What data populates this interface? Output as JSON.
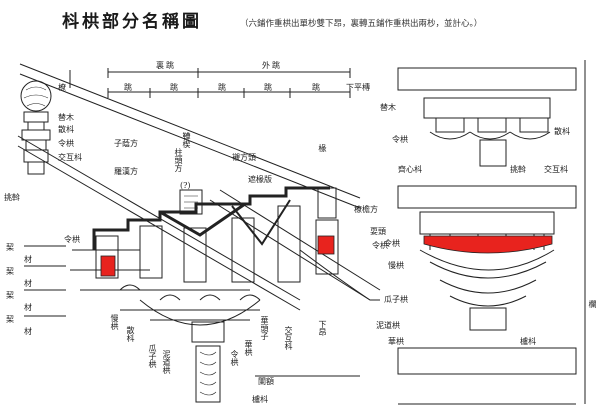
{
  "title": "枓栱部分名稱圖",
  "subtitle": "（六鋪作重栱出單杪雙下昂，裏轉五鋪作重栱出兩杪，並計心。）",
  "colors": {
    "line": "#222222",
    "highlight": "#e8231e",
    "paper": "#ffffff"
  },
  "left": {
    "top_axis": [
      "裏",
      "跳",
      "外",
      "跳"
    ],
    "tiao": [
      "跳",
      "跳",
      "跳",
      "跳",
      "跳"
    ],
    "column_stack": [
      "橑",
      "替木",
      "散枓",
      "令栱",
      "交互枓"
    ],
    "labels": {
      "zimufang": "子蔭方",
      "luohanfang": "羅漢方",
      "anqiao": "鞾楔",
      "zhutoufang": "柱頭方",
      "xiamian": "(?)",
      "chenfangtou": "襯方頭",
      "yao": "遮椽版",
      "chuan": "椽",
      "tiaowo": "挑斡",
      "liaoyanfang": "橑檐方",
      "shuatou": "耍頭",
      "linggong": "令栱",
      "xiaang": "下昂",
      "jiaohudou": "交互枓",
      "huagong": "華栱",
      "qiaotouzi": "華頭子",
      "zanggong": "慢栱",
      "guazigong": "瓜子栱",
      "niedaogong": "泥道栱",
      "ludou": "櫨枓",
      "lingong2": "令栱",
      "sandou2": "散枓",
      "lanban": "闌額",
      "side": [
        "栔",
        "材",
        "栔",
        "材",
        "栔",
        "材",
        "栔",
        "材"
      ],
      "cai_left": [
        "令栱",
        "材",
        "栔",
        "材",
        "栔",
        "材",
        "栔",
        "材"
      ]
    }
  },
  "right": {
    "labels": {
      "xiaping": "下平槫",
      "tiemu": "替木",
      "sandou": "散枓",
      "linggong": "令栱",
      "qixindou": "齊心枓",
      "tiaoling": "挑斡",
      "jiaohudou": "交互枓",
      "liaoyanfang": "橑檐方",
      "shuatou": "耍頭",
      "linggong2": "令栱",
      "mangong": "慢栱",
      "guazigong": "瓜子栱",
      "niedaogong": "泥道栱",
      "huagong": "華栱",
      "ludou": "櫨枓",
      "right_edge": "欄"
    }
  }
}
